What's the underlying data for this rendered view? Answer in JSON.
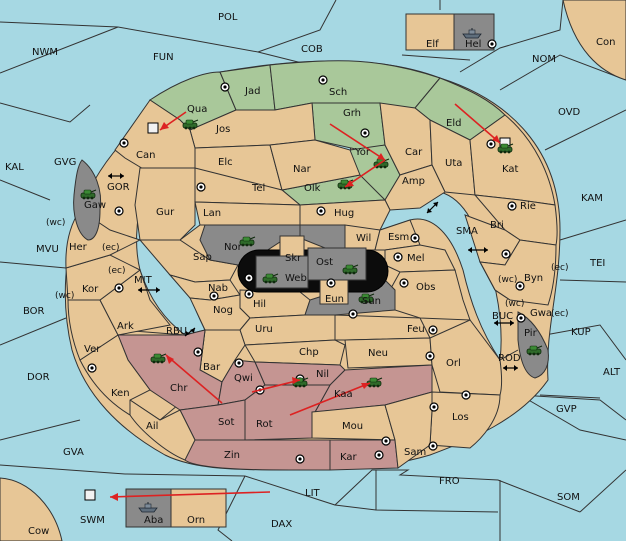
{
  "colors": {
    "sea": "#a6d8e3",
    "land": "#e7c696",
    "green_power": "#a9c89a",
    "red_power": "#c59592",
    "grey_power": "#8a8a8a",
    "order_arrow": "#d22222"
  },
  "provinces": {
    "POL": "POL",
    "NWM": "NWM",
    "FUN": "FUN",
    "COB": "COB",
    "NOM": "NOM",
    "Elf": "Elf",
    "Hel": "Hel",
    "Con": "Con",
    "OVD": "OVD",
    "KAL": "KAL",
    "GVG": "GVG",
    "KAM": "KAM",
    "TEI": "TEI",
    "MVU": "MVU",
    "BOR": "BOR",
    "DOR": "DOR",
    "ALT": "ALT",
    "KUP": "KUP",
    "GVP": "GVP",
    "GVA": "GVA",
    "FRO": "FRO",
    "SOM": "SOM",
    "LIT": "LIT",
    "DAX": "DAX",
    "SWM": "SWM",
    "Cow": "Cow",
    "Aba": "Aba",
    "Orn": "Orn",
    "Jad": "Jad",
    "Sch": "Sch",
    "Qua": "Qua",
    "Jos": "Jos",
    "Grh": "Grh",
    "Eld": "Eld",
    "Can": "Can",
    "Elc": "Elc",
    "Nar": "Nar",
    "Yor": "Yor",
    "Car": "Car",
    "Uta": "Uta",
    "Kat": "Kat",
    "Tel": "Tel",
    "Olk": "Olk",
    "Amp": "Amp",
    "Gaw": "Gaw",
    "GOR": "GOR",
    "Gur": "Gur",
    "Lan": "Lan",
    "Hug": "Hug",
    "Rie": "Rie",
    "Bri": "Bri",
    "SMA": "SMA",
    "Wil": "Wil",
    "Esm": "Esm",
    "Her": "Her",
    "Nor": "Nor",
    "Skr": "Skr",
    "Sap": "Sap",
    "Ost": "Ost",
    "Mel": "Mel",
    "Byn": "Byn",
    "Web": "Web",
    "Kor": "Kor",
    "MIT": "MIT",
    "Nab": "Nab",
    "Obs": "Obs",
    "Gwa": "Gwa",
    "Eun": "Eun",
    "Sun": "Sun",
    "Hil": "Hil",
    "BUC": "BUC",
    "Nog": "Nog",
    "RBU": "RBU",
    "Ark": "Ark",
    "Uru": "Uru",
    "Feu": "Feu",
    "Pir": "Pir",
    "Ver": "Ver",
    "Chp": "Chp",
    "Neu": "Neu",
    "ROD": "ROD",
    "Bar": "Bar",
    "Orl": "Orl",
    "Nil": "Nil",
    "Qwi": "Qwi",
    "Chr": "Chr",
    "Ken": "Ken",
    "Kaa": "Kaa",
    "Los": "Los",
    "Sot": "Sot",
    "Rot": "Rot",
    "Ail": "Ail",
    "Mou": "Mou",
    "Sam": "Sam",
    "Zin": "Zin",
    "Kar": "Kar"
  },
  "coast_labels": {
    "wc_her": "(wc)",
    "ec_her": "(ec)",
    "ec_kor": "(ec)",
    "wc_kor": "(wc)",
    "wc_byn": "(wc)",
    "ec_byn": "(ec)",
    "wc_gwa": "(wc)",
    "ec_gwa": "(ec)"
  },
  "units": {
    "armies": [
      "Qua",
      "Yor",
      "Olk",
      "Kat",
      "Gaw",
      "Nor",
      "Ost",
      "Web",
      "Sun",
      "Pir",
      "Chr",
      "Nil",
      "Kaa"
    ],
    "fleets": [
      "Hel",
      "Aba"
    ],
    "dislodged": [
      "Can",
      "Kat",
      "SWM"
    ]
  },
  "orders": [
    {
      "from": "Qua",
      "to": "Can"
    },
    {
      "from": "Grh",
      "to": "Yor"
    },
    {
      "from": "Yor",
      "to": "Olk"
    },
    {
      "from": "Eld",
      "to": "Kat"
    },
    {
      "from": "Sot",
      "to": "Chr"
    },
    {
      "from": "Sot",
      "to": "Nil"
    },
    {
      "from": "Rot",
      "to": "Kaa"
    },
    {
      "from": "LIT",
      "to": "SWM"
    }
  ]
}
